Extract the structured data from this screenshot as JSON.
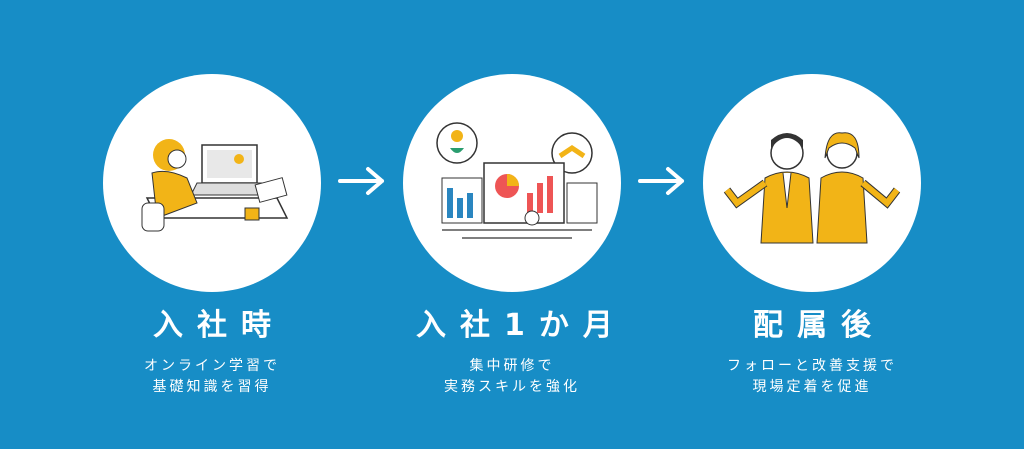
{
  "steps": [
    {
      "title": "入社時",
      "lines": [
        "オンライン学習で",
        "基礎知識を習得"
      ],
      "icon": "online-learning-illustration"
    },
    {
      "title": "入社1か月",
      "lines": [
        "集中研修で",
        "実務スキルを強化"
      ],
      "icon": "training-illustration"
    },
    {
      "title": "配属後",
      "lines": [
        "フォローと改善支援で",
        "現場定着を促進"
      ],
      "icon": "team-support-illustration"
    }
  ],
  "colors": {
    "background": "#178dc6",
    "accent": "#f2b417",
    "line": "#333333"
  }
}
